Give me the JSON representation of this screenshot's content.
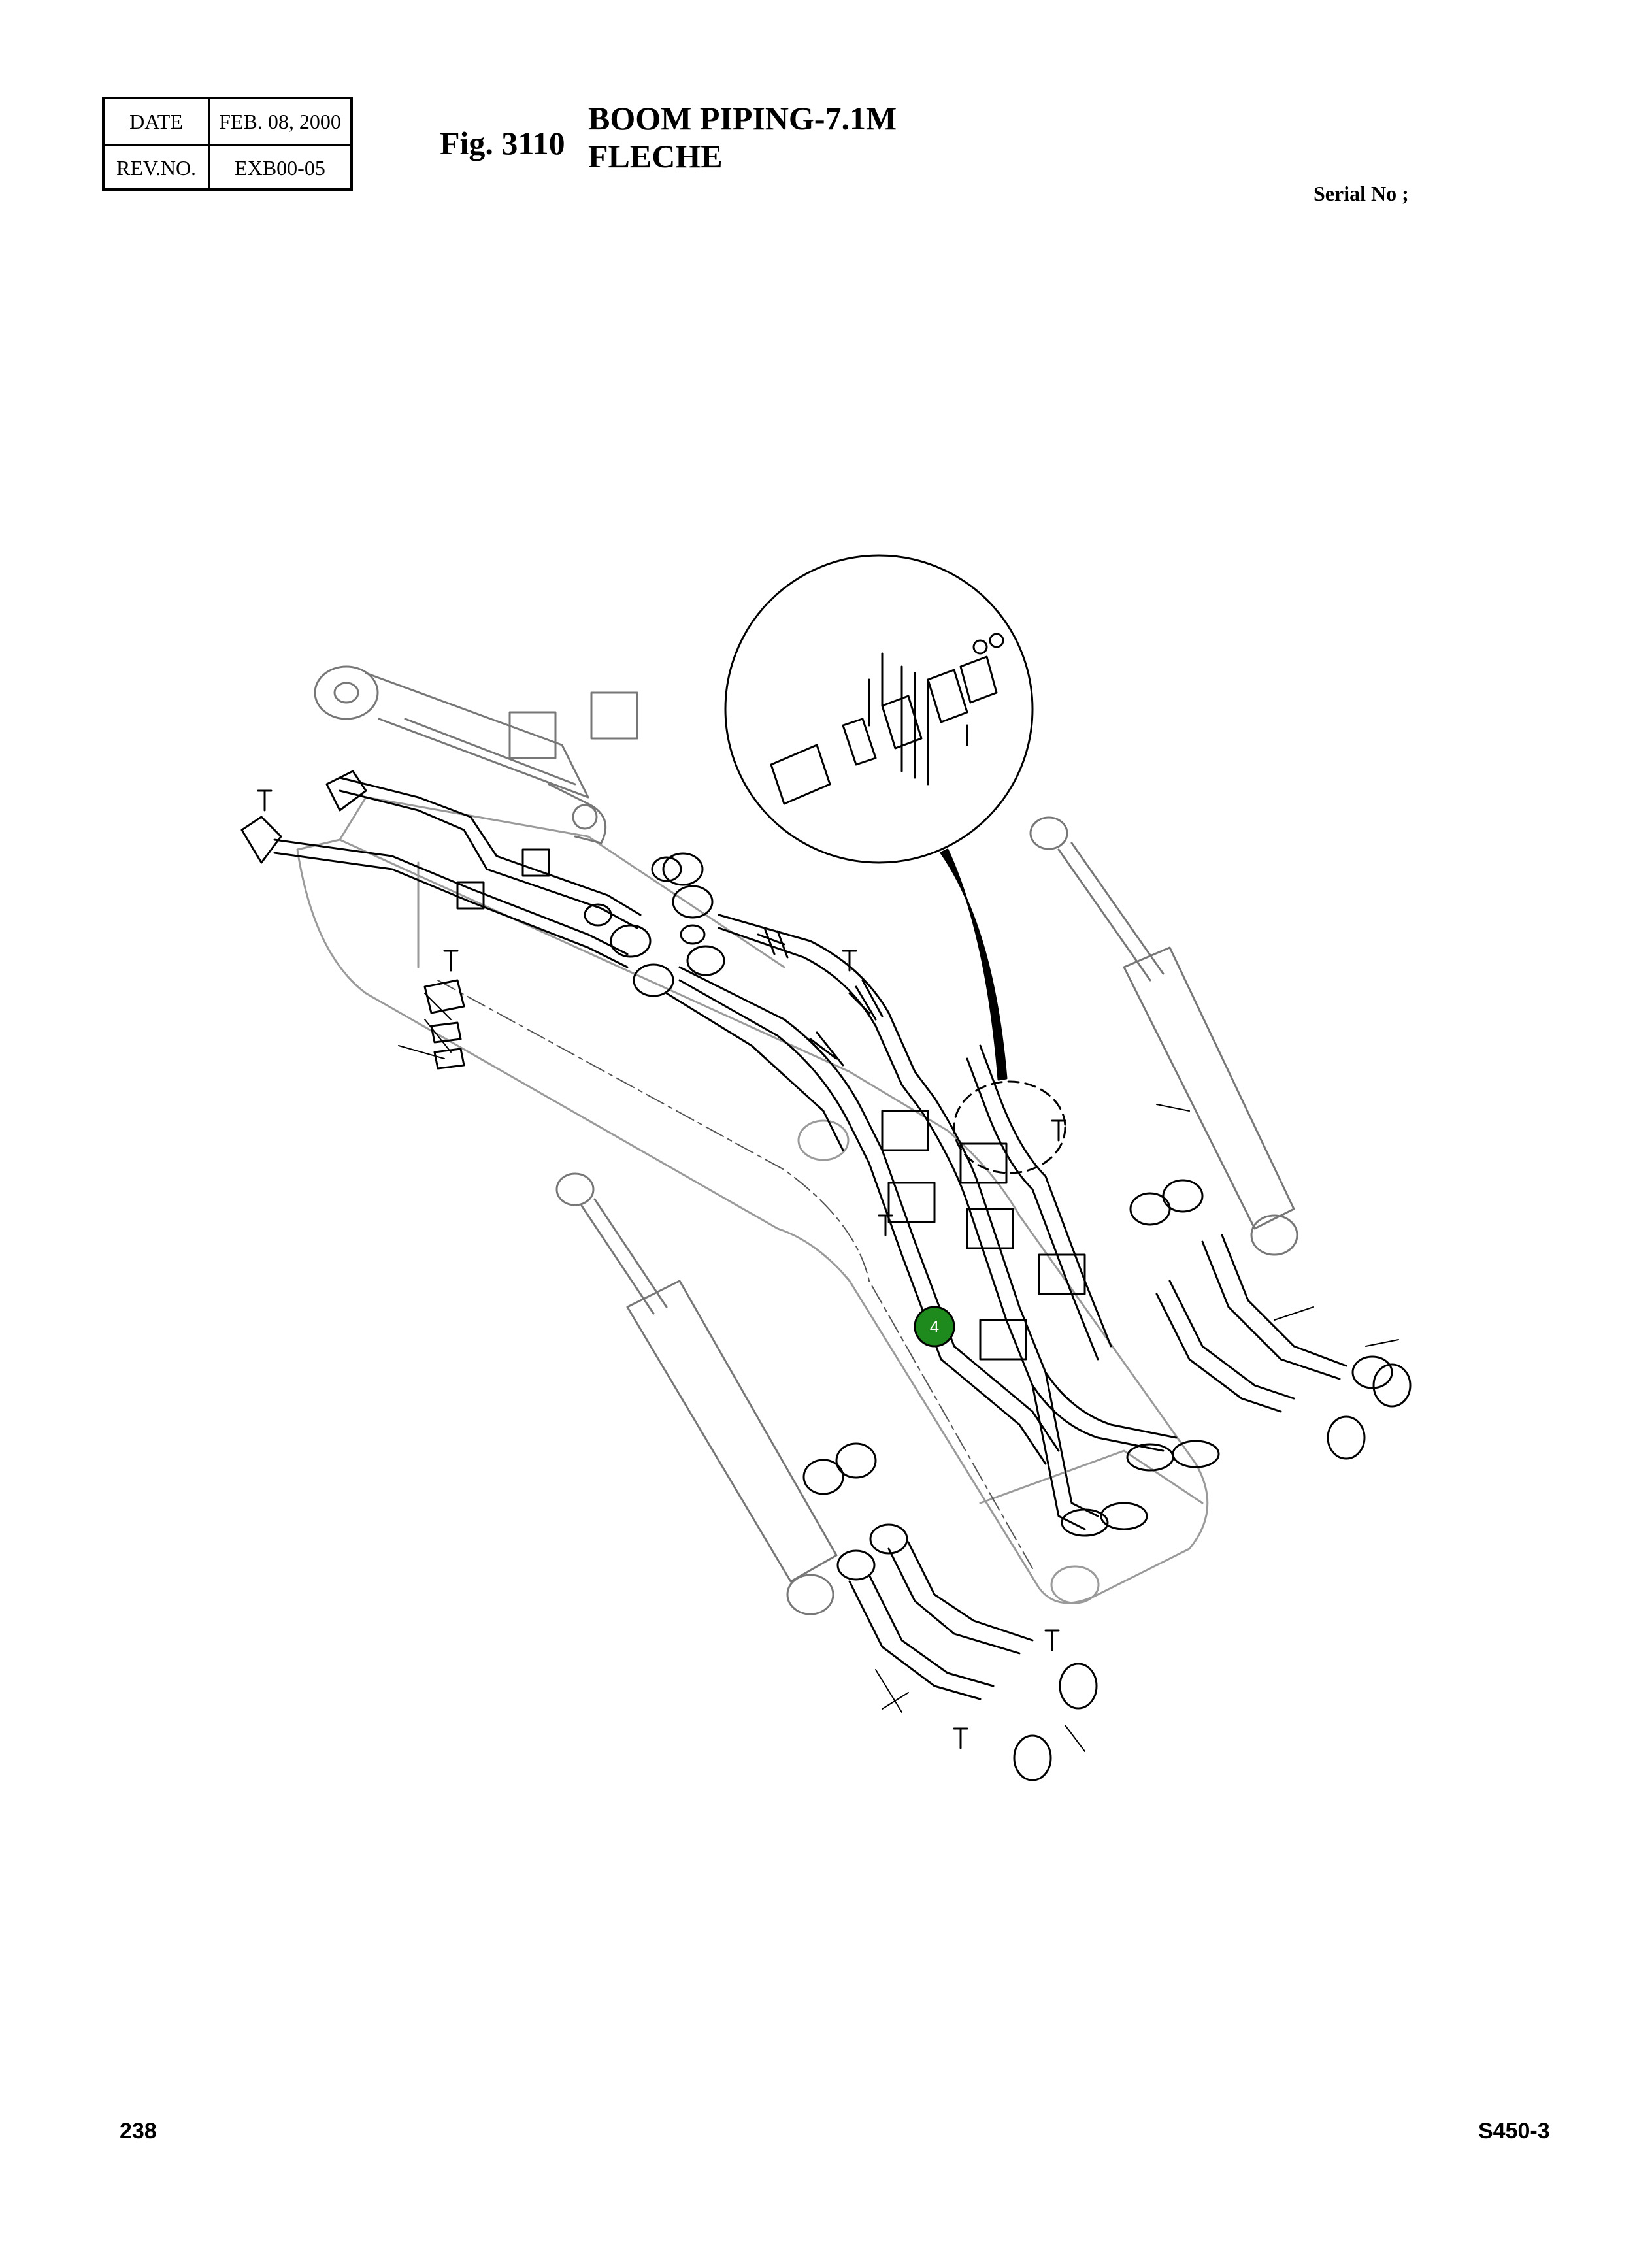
{
  "header": {
    "date_label": "DATE",
    "date_value": "FEB. 08, 2000",
    "rev_label": "REV.NO.",
    "rev_value": "EXB00-05",
    "fig_number": "Fig. 3110",
    "title_en": "BOOM PIPING-7.1M",
    "title_fr": "FLECHE",
    "serial_label": "Serial No ;"
  },
  "diagram": {
    "callouts": [
      {
        "label": "4",
        "color": "#1e8a1e"
      }
    ]
  },
  "footer": {
    "page_number": "238",
    "model": "S450-3"
  }
}
